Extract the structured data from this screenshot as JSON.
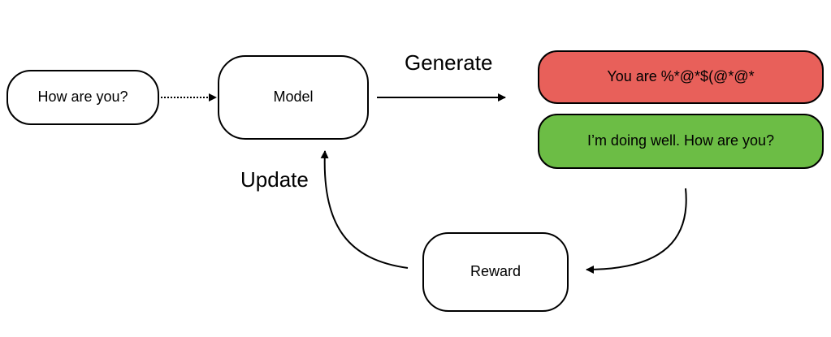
{
  "diagram": {
    "nodes": {
      "prompt": "How are you?",
      "model": "Model",
      "bad_response": "You are %*@*$(@*@*",
      "good_response": "I’m doing well. How are you?",
      "reward": "Reward"
    },
    "edge_labels": {
      "generate": "Generate",
      "update": "Update"
    },
    "colors": {
      "bad_response_fill": "#e8605a",
      "good_response_fill": "#6cbd45",
      "stroke": "#000000"
    }
  }
}
